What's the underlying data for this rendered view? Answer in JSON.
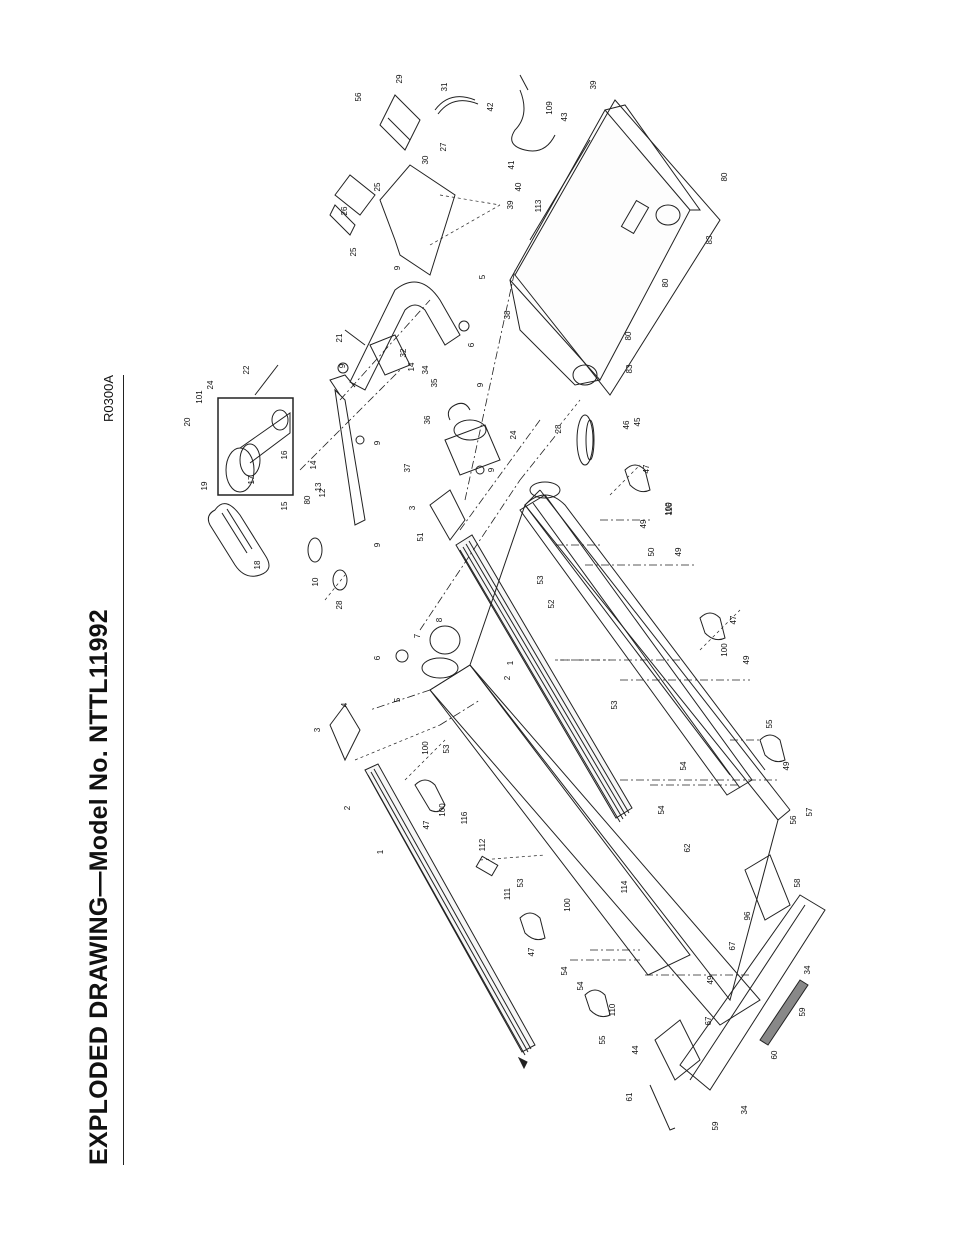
{
  "title": "EXPLODED DRAWING—Model No. NTTL11992",
  "drawing_code": "R0300A",
  "part_labels": [
    "1",
    "2",
    "3",
    "4",
    "5",
    "6",
    "7",
    "8",
    "9",
    "10",
    "12",
    "13",
    "14",
    "15",
    "16",
    "17",
    "18",
    "19",
    "20",
    "21",
    "22",
    "24",
    "25",
    "26",
    "27",
    "28",
    "29",
    "30",
    "31",
    "32",
    "34",
    "35",
    "36",
    "37",
    "38",
    "39",
    "40",
    "41",
    "42",
    "43",
    "44",
    "45",
    "46",
    "47",
    "49",
    "50",
    "51",
    "52",
    "53",
    "54",
    "55",
    "56",
    "57",
    "58",
    "59",
    "60",
    "61",
    "62",
    "67",
    "80",
    "83",
    "96",
    "100",
    "101",
    "109",
    "110",
    "111",
    "112",
    "113",
    "114",
    "116"
  ]
}
